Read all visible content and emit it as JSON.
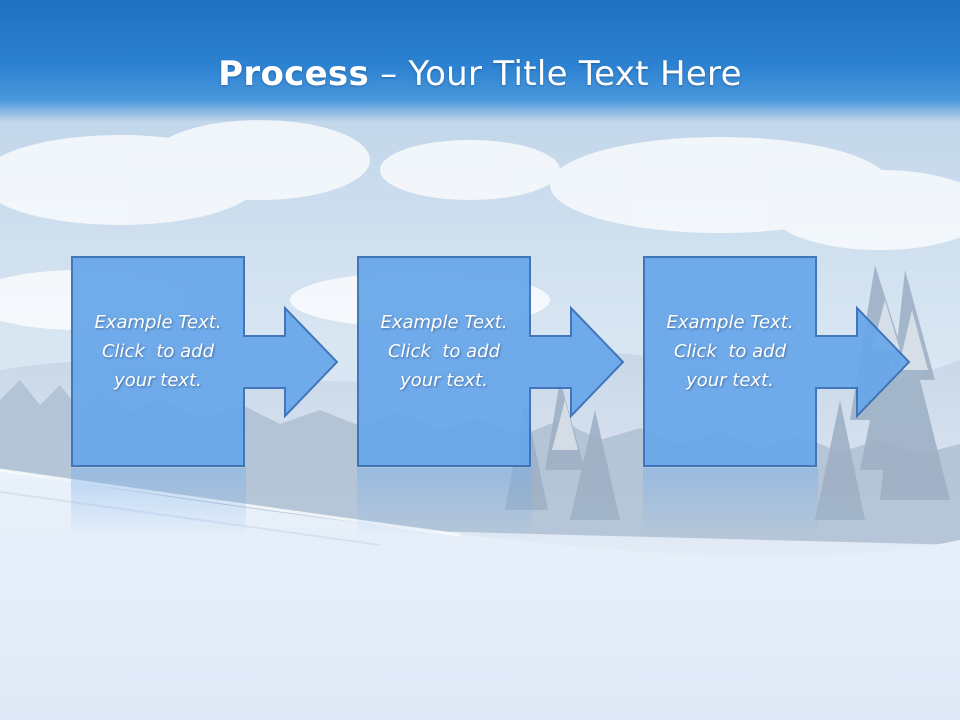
{
  "slide": {
    "title_bold": "Process",
    "title_rest": " – Your Title Text Here"
  },
  "steps": [
    {
      "text_line1": "Example Text.",
      "text_line2": "Click  to add",
      "text_line3": "your text."
    },
    {
      "text_line1": "Example Text.",
      "text_line2": "Click  to add",
      "text_line3": "your text."
    },
    {
      "text_line1": "Example Text.",
      "text_line2": "Click  to add",
      "text_line3": "your text."
    }
  ],
  "colors": {
    "title_band": "#2d82d2",
    "box_fill": "#6aa8ea",
    "box_stroke": "#3a72b8",
    "text": "#ffffff"
  }
}
